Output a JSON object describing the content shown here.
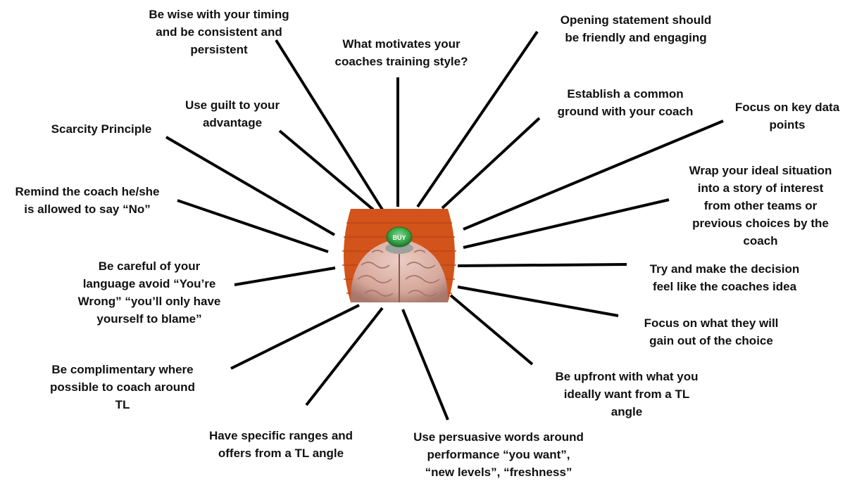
{
  "diagram": {
    "center": {
      "image": "brain-with-buy-button",
      "button_text": "BUY",
      "colors": {
        "background": "#d2541a",
        "brain": "#d9aaa0",
        "button": "#3aa84a"
      }
    },
    "spokes": [
      {
        "id": "timing",
        "text": "Be wise with your timing\nand be consistent and\npersistent"
      },
      {
        "id": "motivates",
        "text": "What motivates your\ncoaches training style?"
      },
      {
        "id": "opening",
        "text": "Opening statement should\nbe friendly and engaging"
      },
      {
        "id": "guilt",
        "text": "Use guilt to your\nadvantage"
      },
      {
        "id": "common-ground",
        "text": "Establish a common\nground with your coach"
      },
      {
        "id": "scarcity",
        "text": "Scarcity Principle"
      },
      {
        "id": "data-points",
        "text": "Focus on key data\npoints"
      },
      {
        "id": "story",
        "text": "Wrap your ideal situation\ninto a story of interest\nfrom other teams or\nprevious choices by the\ncoach"
      },
      {
        "id": "say-no",
        "text": "Remind the coach he/she\nis allowed to say “No”"
      },
      {
        "id": "language",
        "text": "Be careful of your\nlanguage avoid “You’re\nWrong” “you’ll only have\nyourself to blame”"
      },
      {
        "id": "coaches-idea",
        "text": "Try and make the decision\nfeel like the coaches idea"
      },
      {
        "id": "gain",
        "text": "Focus on what they will\ngain out of the choice"
      },
      {
        "id": "complimentary",
        "text": "Be complimentary where\npossible to coach around\nTL"
      },
      {
        "id": "upfront",
        "text": "Be upfront with what you\nideally want from a TL\nangle"
      },
      {
        "id": "ranges",
        "text": "Have specific ranges and\noffers from a TL angle"
      },
      {
        "id": "persuasive",
        "text": "Use persuasive words around\nperformance “you want”,\n“new levels”, “freshness”"
      }
    ]
  }
}
